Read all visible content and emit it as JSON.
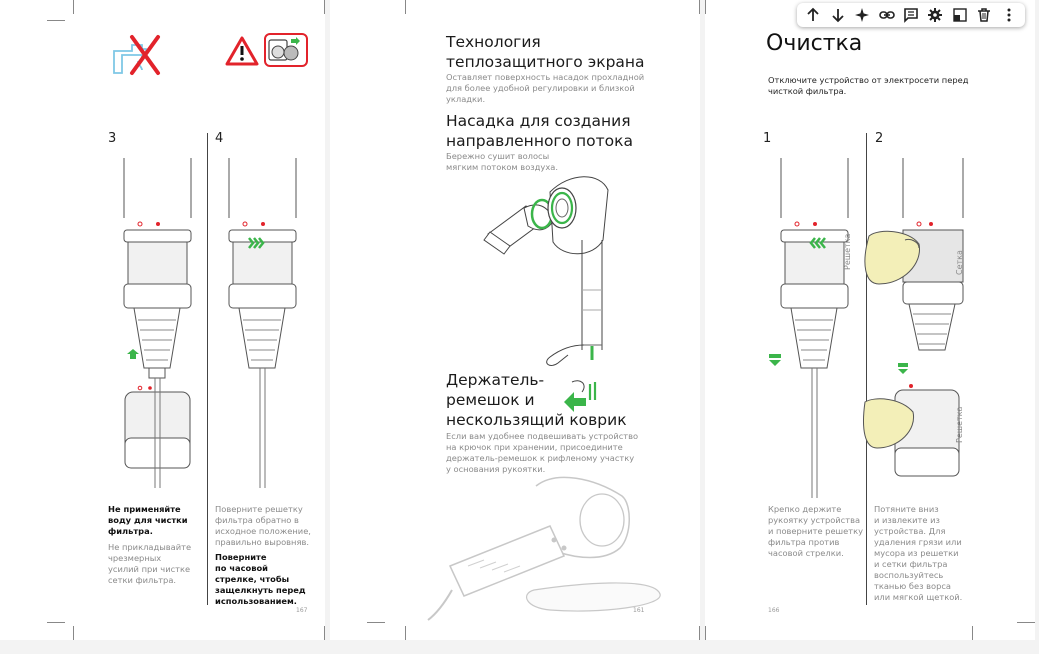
{
  "toolbar": {
    "buttons": [
      "move-up",
      "move-down",
      "ai-assistant",
      "link",
      "comment",
      "settings",
      "crop",
      "delete",
      "more"
    ]
  },
  "page_left": {
    "step3_num": "3",
    "step4_num": "4",
    "step3_bold": "Не применяйте\nводу для чистки\nфильтра.",
    "step3_gray": "Не прикладывайте\nчрезмерных\nусилий при чистке\nсетки фильтра.",
    "step4_gray": "Поверните решетку\nфильтра обратно в\nисходное положение,\nправильно выровняв.",
    "step4_bold": "Поверните\nпо часовой\nстрелке, чтобы\nзащелкнуть перед\nиспользованием.",
    "page_number": "167"
  },
  "page_middle": {
    "h_tech": "Технология\nтеплозащитного экрана",
    "p_tech": "Оставляет поверхность насадок прохладной\nдля более удобной регулировки и близкой\nукладки.",
    "h_nozzle": "Насадка для создания\nнаправленного потока",
    "p_nozzle": "Бережно сушит волосы\nмягким потоком воздуха.",
    "h_holder": "Держатель-\nремешок и\nнескользящий коврик",
    "p_holder": "Если вам удобнее подвешивать устройство\nна крючок при хранении, присоедините\nдержатель-ремешок к рифленому участку\nу основания рукоятки.",
    "page_number": "161"
  },
  "page_right": {
    "title": "Очистка",
    "intro": "Отключите устройство от электросети перед\nчисткой фильтра.",
    "step1_num": "1",
    "step2_num": "2",
    "step1_text": "Крепко держите\nрукоятку устройства\nи поверните решетку\nфильтра против\nчасовой стрелки.",
    "step2_text": "Потяните вниз\nи извлеките из\nустройства. Для\nудаления грязи или\nмусора из решетки\nи сетки фильтра\nвоспользуйтесь\nтканью без ворса\nили мягкой щеткой.",
    "label_grille": "Решетка",
    "label_mesh": "Сетка",
    "label_grille2": "Решетка",
    "page_number": "166"
  },
  "colors": {
    "accent_green": "#3bb54a",
    "warning_red": "#e2232b",
    "water_blue": "#7fc8e6"
  }
}
